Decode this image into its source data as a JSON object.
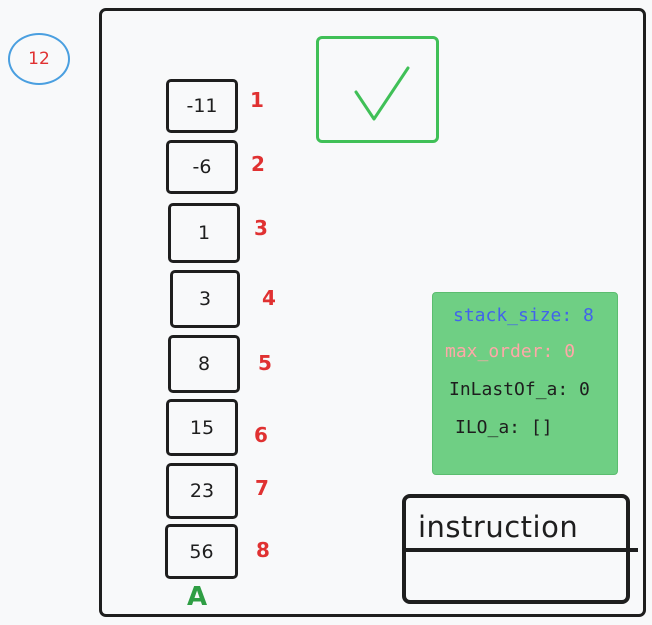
{
  "step": "12",
  "status_icon": "checkmark-icon",
  "array": {
    "name": "A",
    "cells": [
      {
        "value": "-11",
        "index": "1"
      },
      {
        "value": "-6",
        "index": "2"
      },
      {
        "value": "1",
        "index": "3"
      },
      {
        "value": "3",
        "index": "4"
      },
      {
        "value": "8",
        "index": "5"
      },
      {
        "value": "15",
        "index": "6"
      },
      {
        "value": "23",
        "index": "7"
      },
      {
        "value": "56",
        "index": "8"
      }
    ]
  },
  "variables": {
    "stack_size": "stack_size: 8",
    "max_order": "max_order: 0",
    "inlastof_a": "InLastOf_a: 0",
    "ilo_a": "ILO_a: []"
  },
  "instruction": {
    "title": "instruction",
    "value": ""
  },
  "colors": {
    "accent_green": "#40c057",
    "index_red": "#e03131",
    "badge_blue": "#4a9fe0",
    "panel_green": "#6fcf84",
    "stack_size_blue": "#4263eb",
    "max_order_pink": "#ffa8a8"
  }
}
